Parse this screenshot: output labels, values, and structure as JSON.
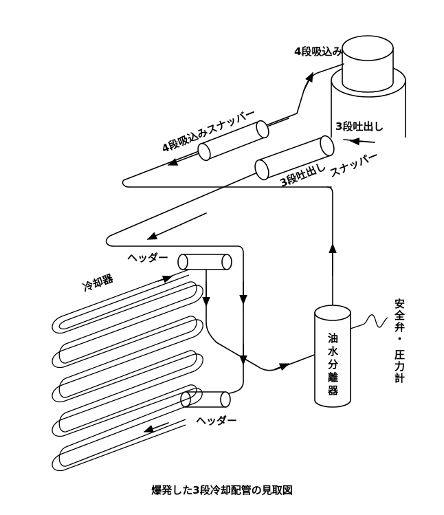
{
  "labels": {
    "stage4_suction": "4段吸込み",
    "stage4_snubber": "4段吸込みスナッバー",
    "stage3_discharge": "3段吐出し",
    "stage3_snubber_line1": "3段吐出し",
    "stage3_snubber_line2": "スナッパー",
    "header_top": "ヘッダー",
    "header_bottom": "ヘッダー",
    "cooler": "冷却器",
    "oil_water_separator": "油水分離器",
    "safety_valve_line1": "安全弁・",
    "safety_valve_line2": "圧力計"
  },
  "caption": "爆発した3段冷却配管の見取図",
  "colors": {
    "ink": "#000000",
    "background": "#ffffff"
  }
}
